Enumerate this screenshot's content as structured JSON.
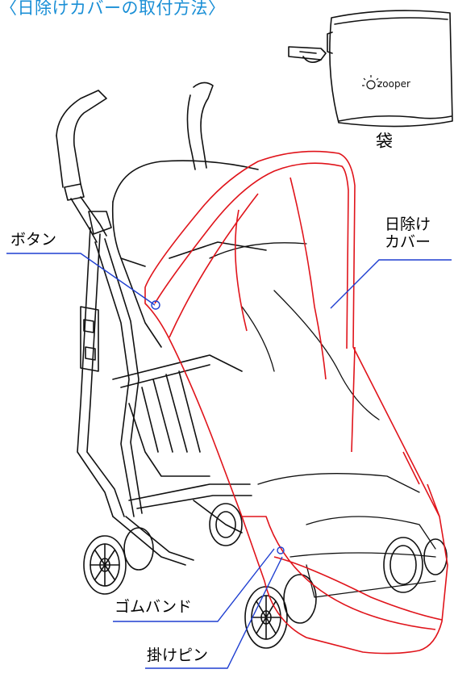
{
  "title": "〈日除けカバーの取付方法〉",
  "bag": {
    "brand": "zooper",
    "brand_icon": "sun-face-icon",
    "label": "袋"
  },
  "labels": {
    "button": "ボタン",
    "sunshade_line1": "日除け",
    "sunshade_line2": "カバー",
    "rubber_band": "ゴムバンド",
    "hook_pin": "掛けピン"
  },
  "colors": {
    "title": "#1a8fd6",
    "leader_line": "#1f3fd1",
    "cover_outline": "#e0141b",
    "drawing": "#111111"
  }
}
